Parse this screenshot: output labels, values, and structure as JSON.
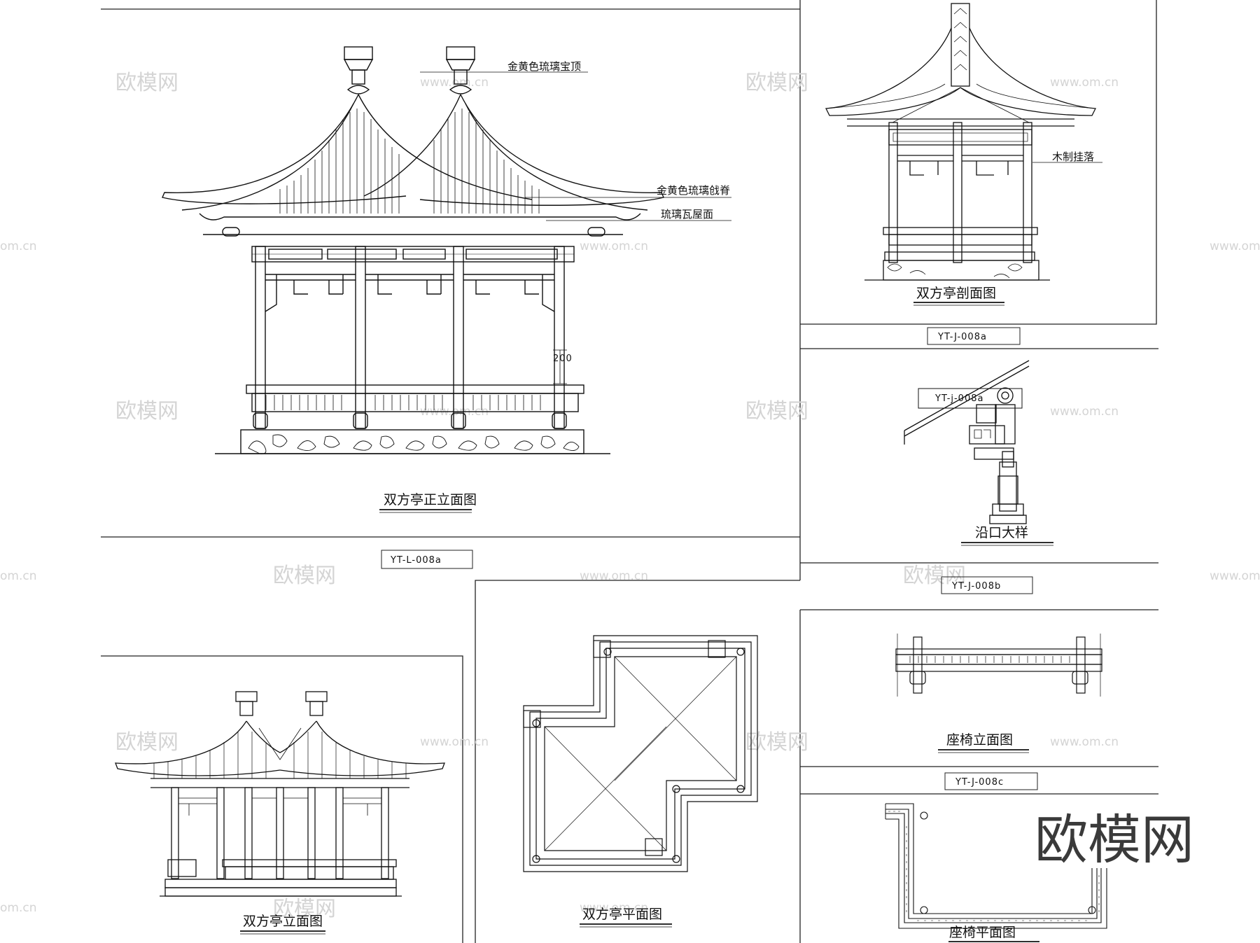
{
  "watermark": {
    "brand": "欧模网",
    "url": "www.om.cn",
    "url_left": "om.cn"
  },
  "logo": "欧模网",
  "front_elevation": {
    "title": "双方亭正立面图",
    "code": "YT-L-008a",
    "ann_finial": "金黄色琉璃宝顶",
    "ann_ridge": "金黄色琉璃戗脊",
    "ann_roof": "琉璃瓦屋面",
    "dimension": "200"
  },
  "section": {
    "title": "双方亭剖面图",
    "code": "YT-J-008a",
    "ann_hanging": "木制挂落"
  },
  "eave_detail": {
    "title": "沿口大样",
    "ref_code": "YT-j-008a",
    "code": "YT-J-008b"
  },
  "side_elevation": {
    "title": "双方亭立面图"
  },
  "plan": {
    "title": "双方亭平面图"
  },
  "bench_elevation": {
    "title": "座椅立面图",
    "code": "YT-J-008c"
  },
  "bench_plan": {
    "title": "座椅平面图"
  }
}
